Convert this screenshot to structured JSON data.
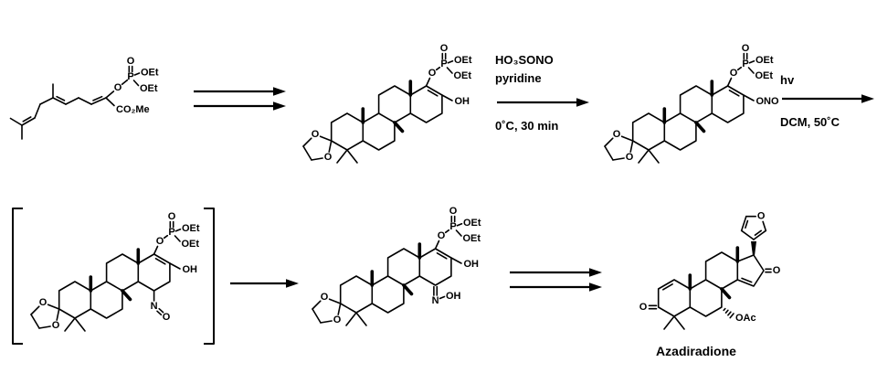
{
  "scheme": {
    "atoms": {
      "o": "O",
      "p": "P",
      "oet": "OEt",
      "oh": "OH",
      "ono": "ONO",
      "n": "N",
      "co2me": "CO₂Me",
      "oac": "OAc"
    },
    "step_nitrosation": {
      "reagent1": "HO₃SONO",
      "reagent2": "pyridine",
      "conditions": "0˚C, 30 min"
    },
    "step_photolysis": {
      "reagent1": "hv",
      "conditions": "DCM, 50˚C"
    },
    "product_name": "Azadiradione"
  }
}
